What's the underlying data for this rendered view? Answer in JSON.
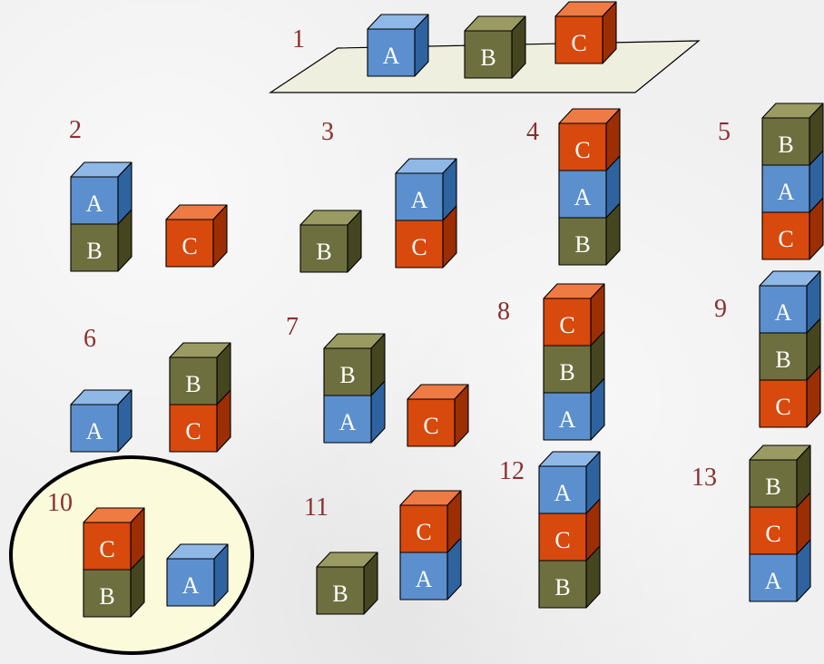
{
  "colors": {
    "A": {
      "front": "#5b8fcd",
      "top": "#8fb8e6",
      "side": "#2f63a0"
    },
    "B": {
      "front": "#6e6f3e",
      "top": "#9a9a63",
      "side": "#45461f"
    },
    "C": {
      "front": "#d8490d",
      "top": "#ee7a44",
      "side": "#9c2e03"
    },
    "state_number": "#8b2e2e",
    "highlight_fill": "#fbfbdc",
    "table_fill": "#efefdf"
  },
  "states": [
    {
      "number": "1",
      "stacks": [
        [
          "A"
        ],
        [
          "B"
        ],
        [
          "C"
        ]
      ]
    },
    {
      "number": "2",
      "stacks": [
        [
          "B",
          "A"
        ],
        [
          "C"
        ]
      ]
    },
    {
      "number": "3",
      "stacks": [
        [
          "B"
        ],
        [
          "C",
          "A"
        ]
      ]
    },
    {
      "number": "4",
      "stacks": [
        [
          "B",
          "A",
          "C"
        ]
      ]
    },
    {
      "number": "5",
      "stacks": [
        [
          "C",
          "A",
          "B"
        ]
      ]
    },
    {
      "number": "6",
      "stacks": [
        [
          "A"
        ],
        [
          "C",
          "B"
        ]
      ]
    },
    {
      "number": "7",
      "stacks": [
        [
          "A",
          "B"
        ],
        [
          "C"
        ]
      ]
    },
    {
      "number": "8",
      "stacks": [
        [
          "A",
          "B",
          "C"
        ]
      ]
    },
    {
      "number": "9",
      "stacks": [
        [
          "C",
          "B",
          "A"
        ]
      ]
    },
    {
      "number": "10",
      "stacks": [
        [
          "B",
          "C"
        ],
        [
          "A"
        ]
      ],
      "highlighted": true
    },
    {
      "number": "11",
      "stacks": [
        [
          "B"
        ],
        [
          "A",
          "C"
        ]
      ]
    },
    {
      "number": "12",
      "stacks": [
        [
          "B",
          "C",
          "A"
        ]
      ]
    },
    {
      "number": "13",
      "stacks": [
        [
          "A",
          "C",
          "B"
        ]
      ]
    }
  ]
}
